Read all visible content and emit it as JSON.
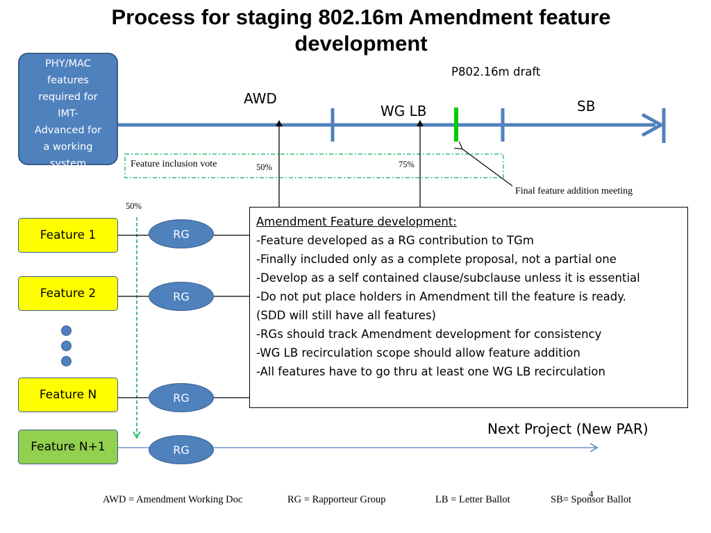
{
  "title_line1": "Process for staging 802.16m Amendment feature",
  "title_line2": "development",
  "phy_box": {
    "lines": [
      "PHY/MAC",
      "features",
      "required for",
      "IMT-",
      "Advanced for",
      "a working",
      "system"
    ]
  },
  "timeline": {
    "draft_label": "P802.16m draft",
    "awd_label": "AWD",
    "wglb_label": "WG LB",
    "sb_label": "SB",
    "feature_vote_label": "Feature inclusion vote",
    "pct_50_inner": "50%",
    "pct_75": "75%",
    "final_meeting_label": "Final feature addition meeting",
    "pct_50_left": "50%"
  },
  "features": [
    {
      "label": "Feature 1",
      "rg": "RG"
    },
    {
      "label": "Feature 2",
      "rg": "RG"
    },
    {
      "label": "Feature N",
      "rg": "RG"
    },
    {
      "label": "Feature N+1",
      "rg": "RG"
    }
  ],
  "amendment_box": {
    "header": "Amendment Feature development:",
    "lines": [
      "-Feature developed as a RG contribution to TGm",
      "-Finally included only as a complete proposal, not a partial  one",
      "-Develop as a self contained clause/subclause unless it is essential",
      "-Do not put place holders in Amendment till the feature is ready.",
      "(SDD will still have all features)",
      "-RGs should track Amendment development for consistency",
      "-WG LB recirculation scope should allow feature addition",
      "-All features have to go thru at least one WG LB recirculation"
    ]
  },
  "next_project_label": "Next Project (New PAR)",
  "slide_number": "4",
  "footer": {
    "awd": "AWD = Amendment Working Doc",
    "rg": "RG = Rapporteur Group",
    "lb": "LB = Letter Ballot",
    "sb": "SB= Sponsor Ballot"
  },
  "colors": {
    "blue": "#4f81bd",
    "blue_border": "#385d8a",
    "feature_yellow": "#ffff00",
    "feature_green": "#92d050",
    "final_marker_green": "#00cc00",
    "dashed_green": "#00b050"
  }
}
